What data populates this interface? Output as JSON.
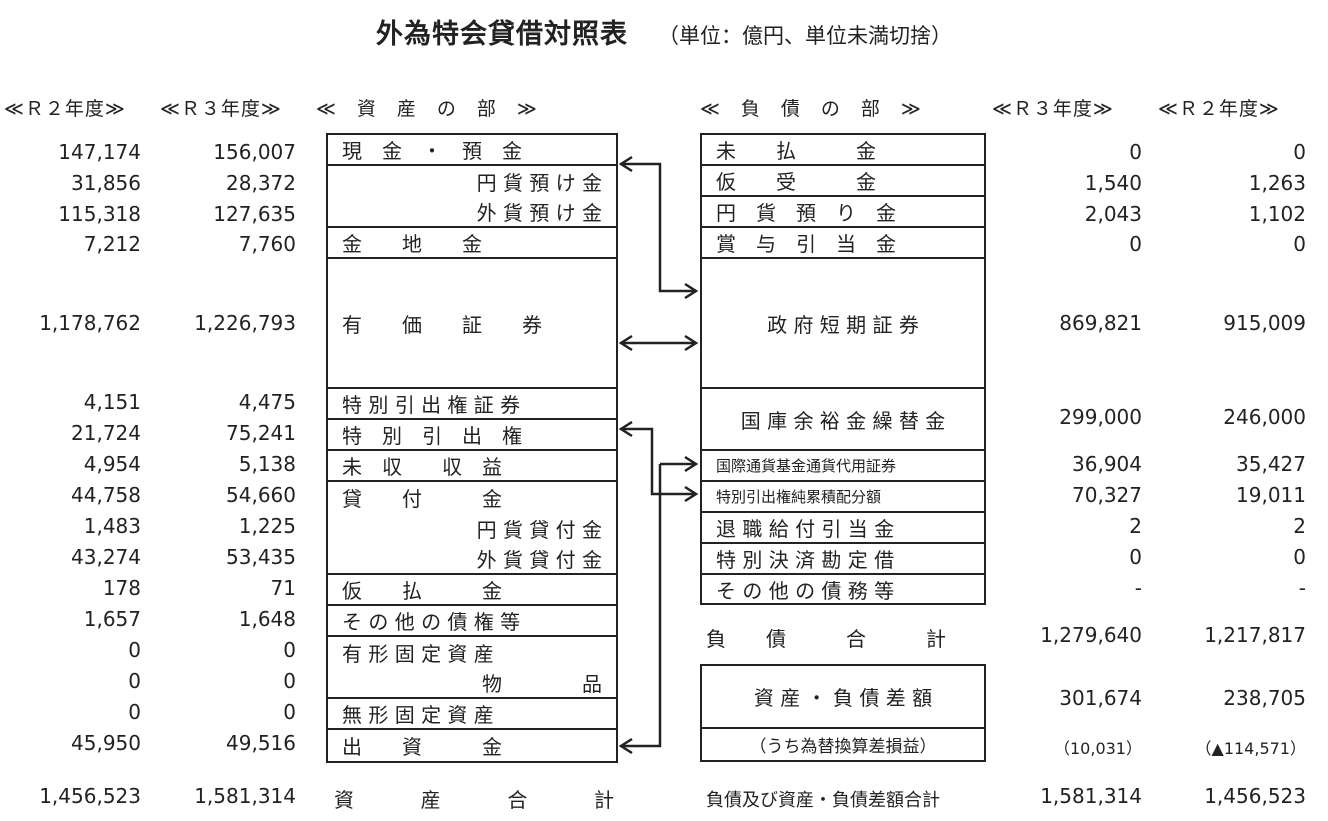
{
  "title": "外為特会貸借対照表",
  "unit": "（単位：億円、単位未満切捨）",
  "headers": {
    "left_r2": "≪Ｒ２年度≫",
    "left_r3": "≪Ｒ３年度≫",
    "assets": "≪　資　産　の　部　≫",
    "liabilities": "≪　負　債　の　部　≫",
    "right_r3": "≪Ｒ３年度≫",
    "right_r2": "≪Ｒ２年度≫"
  },
  "assets": [
    {
      "label": "現　金　・　預　金",
      "r2": "147,174",
      "r3": "156,007"
    },
    {
      "label": "円 貨 預 け 金",
      "r2": "31,856",
      "r3": "28,372"
    },
    {
      "label": "外 貨 預 け 金",
      "r2": "115,318",
      "r3": "127,635"
    },
    {
      "label": "金　　地　　金",
      "r2": "7,212",
      "r3": "7,760"
    },
    {
      "label": "有　　価　　証　　券",
      "r2": "1,178,762",
      "r3": "1,226,793"
    },
    {
      "label": "特 別 引 出 権 証 券",
      "r2": "4,151",
      "r3": "4,475"
    },
    {
      "label": "特　別　引　出　権",
      "r2": "21,724",
      "r3": "75,241"
    },
    {
      "label": "未　収　　収　益",
      "r2": "4,954",
      "r3": "5,138"
    },
    {
      "label": "貸　　付　　　金",
      "r2": "44,758",
      "r3": "54,660"
    },
    {
      "label": "円 貨 貸 付 金",
      "r2": "1,483",
      "r3": "1,225"
    },
    {
      "label": "外 貨 貸 付 金",
      "r2": "43,274",
      "r3": "53,435"
    },
    {
      "label": "仮　　払　　　金",
      "r2": "178",
      "r3": "71"
    },
    {
      "label": "そ の 他 の 債 権 等",
      "r2": "1,657",
      "r3": "1,648"
    },
    {
      "label": "有 形 固 定 資 産",
      "r2": "0",
      "r3": "0"
    },
    {
      "label": "物　　　　品",
      "r2": "0",
      "r3": "0"
    },
    {
      "label": "無 形 固 定 資 産",
      "r2": "0",
      "r3": "0"
    },
    {
      "label": "出　　資　　　金",
      "r2": "45,950",
      "r3": "49,516"
    }
  ],
  "assets_total": {
    "label": "資　　産　　合　　計",
    "r2": "1,456,523",
    "r3": "1,581,314"
  },
  "liabilities": [
    {
      "label": "未　　払　　　金",
      "r3": "0",
      "r2": "0"
    },
    {
      "label": "仮　　受　　　金",
      "r3": "1,540",
      "r2": "1,263"
    },
    {
      "label": "円　貨　預　り　金",
      "r3": "2,043",
      "r2": "1,102"
    },
    {
      "label": "賞　与　引　当　金",
      "r3": "0",
      "r2": "0"
    },
    {
      "label": "政 府 短 期 証 券",
      "r3": "869,821",
      "r2": "915,009"
    },
    {
      "label": "国 庫 余 裕 金 繰 替 金",
      "r3": "299,000",
      "r2": "246,000"
    },
    {
      "label": "国際通貨基金通貨代用証券",
      "r3": "36,904",
      "r2": "35,427"
    },
    {
      "label": "特別引出権純累積配分額",
      "r3": "70,327",
      "r2": "19,011"
    },
    {
      "label": "退 職 給 付 引 当 金",
      "r3": "2",
      "r2": "2"
    },
    {
      "label": "特 別 決 済 勘 定 借",
      "r3": "0",
      "r2": "0"
    },
    {
      "label": "そ の 他 の 債 務 等",
      "r3": "-",
      "r2": "-"
    }
  ],
  "liabilities_total": {
    "label": "負　　債　　　合　　　計",
    "r3": "1,279,640",
    "r2": "1,217,817"
  },
  "net_assets": {
    "label": "資 産 ・ 負 債 差 額",
    "r3": "301,674",
    "r2": "238,705"
  },
  "fx_gain_loss": {
    "label": "（うち為替換算差損益）",
    "r3": "（10,031）",
    "r2": "（▲114,571）"
  },
  "grand_total": {
    "label": "負債及び資産・負債差額合計",
    "r3": "1,581,314",
    "r2": "1,456,523"
  }
}
